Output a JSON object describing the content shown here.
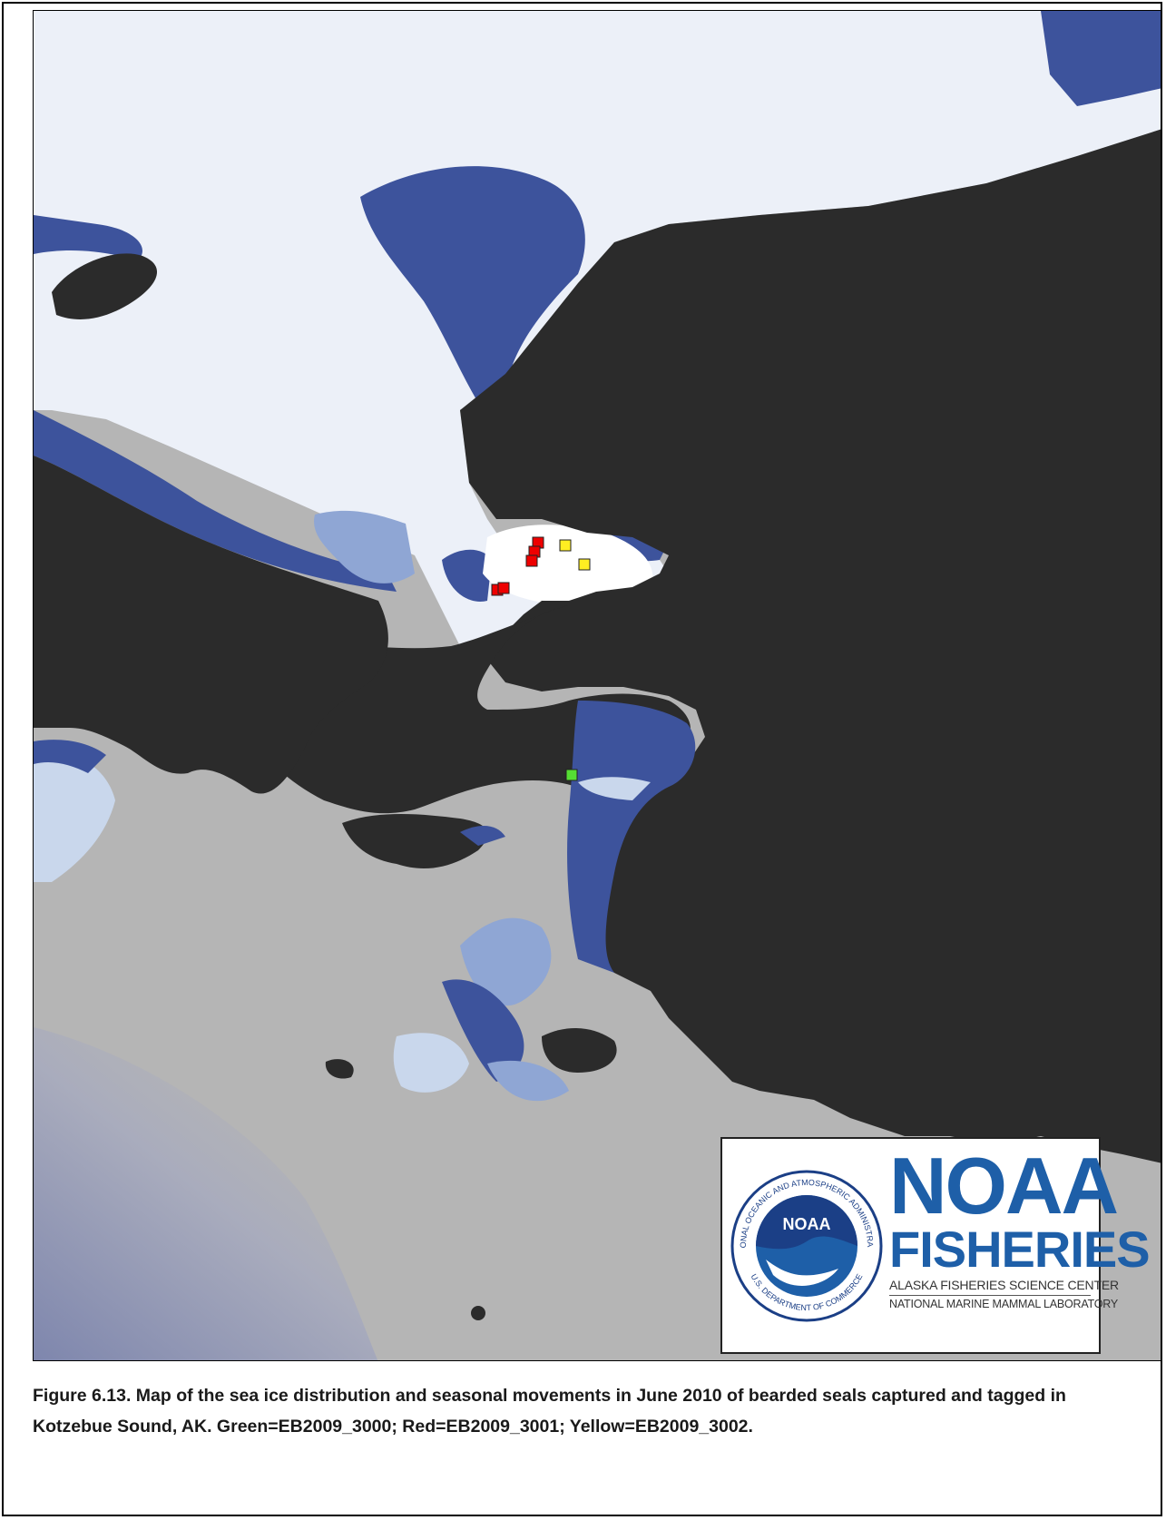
{
  "map": {
    "colors": {
      "land": "#2b2b2b",
      "open_water": "#b5b5b5",
      "dense_ice": "#ecf0f8",
      "ice_mid": "#3d539c",
      "ice_light": "#8fa6d4",
      "ice_pale": "#c9d7ec",
      "deep_water": "#8990b4"
    },
    "tracks": [
      {
        "seal": "EB2009_3000",
        "color_name": "Green",
        "color": "#55dd33"
      },
      {
        "seal": "EB2009_3001",
        "color_name": "Red",
        "color": "#ee0000"
      },
      {
        "seal": "EB2009_3002",
        "color_name": "Yellow",
        "color": "#ffee22"
      }
    ]
  },
  "logo": {
    "seal_ring_text_top": "NATIONAL OCEANIC AND ATMOSPHERIC ADMINISTRATION",
    "seal_ring_text_bottom": "U.S. DEPARTMENT OF COMMERCE",
    "seal_center": "NOAA",
    "wordmark_line1": "NOAA",
    "wordmark_line2": "FISHERIES",
    "subtitle_line1": "ALASKA FISHERIES SCIENCE CENTER",
    "subtitle_line2": "NATIONAL MARINE MAMMAL LABORATORY",
    "colors": {
      "blue": "#1e5fa8",
      "navy": "#1b3f86"
    }
  },
  "caption": {
    "text": "Figure 6.13. Map of the sea ice distribution and seasonal movements in June 2010 of bearded seals captured and tagged in Kotzebue Sound, AK. Green=EB2009_3000; Red=EB2009_3001; Yellow=EB2009_3002."
  }
}
